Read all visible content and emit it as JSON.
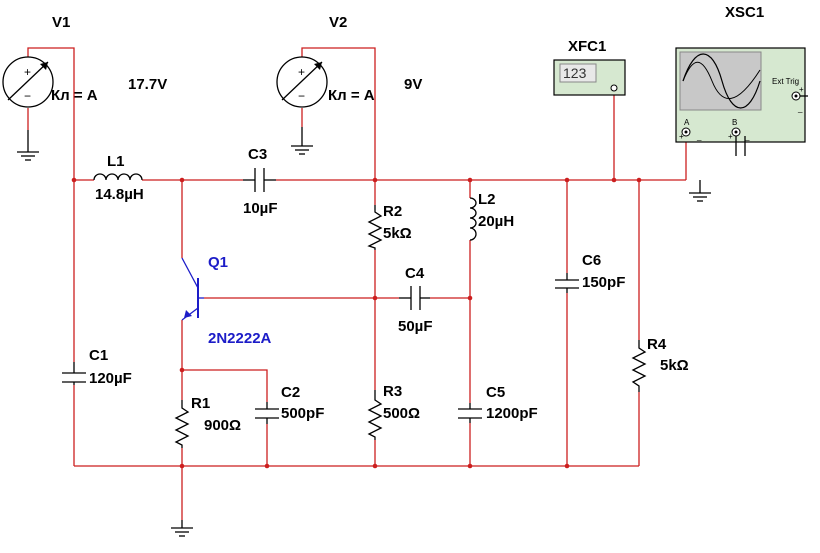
{
  "v1": {
    "name": "V1",
    "mode": "Кл = A",
    "value": "17.7V"
  },
  "v2": {
    "name": "V2",
    "mode": "Кл = A",
    "value": "9V"
  },
  "xfc1": {
    "name": "XFC1",
    "display": "123"
  },
  "xsc1": {
    "name": "XSC1",
    "ext_trig": "Ext Trig",
    "ch_a": "A",
    "ch_b": "B"
  },
  "l1": {
    "name": "L1",
    "value": "14.8µH"
  },
  "l2": {
    "name": "L2",
    "value": "20µH"
  },
  "c1": {
    "name": "C1",
    "value": "120µF"
  },
  "c2": {
    "name": "C2",
    "value": "500pF"
  },
  "c3": {
    "name": "C3",
    "value": "10µF"
  },
  "c4": {
    "name": "C4",
    "value": "50µF"
  },
  "c5": {
    "name": "C5",
    "value": "1200pF"
  },
  "c6": {
    "name": "C6",
    "value": "150pF"
  },
  "r1": {
    "name": "R1",
    "value": "900Ω"
  },
  "r2": {
    "name": "R2",
    "value": "5kΩ"
  },
  "r3": {
    "name": "R3",
    "value": "500Ω"
  },
  "r4": {
    "name": "R4",
    "value": "5kΩ"
  },
  "q1": {
    "name": "Q1",
    "model": "2N2222A"
  },
  "colors": {
    "wire": "#cc1f1f",
    "component": "#000000",
    "transistor_label": "#1c1cc8",
    "instrument_panel": "#d6e8d0"
  }
}
